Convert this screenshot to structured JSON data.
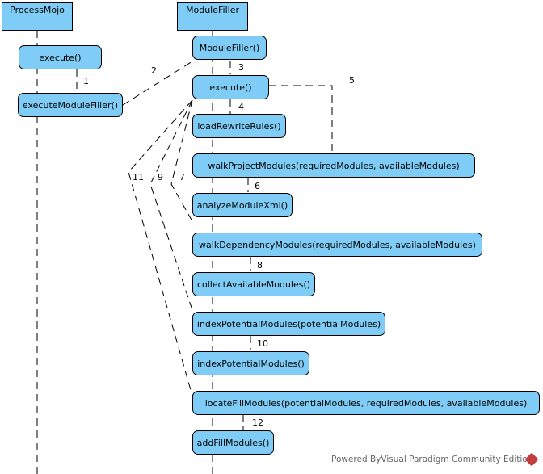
{
  "lifelines": [
    {
      "name": "ProcessMojo"
    },
    {
      "name": "ModuleFiller"
    }
  ],
  "activations": [
    {
      "label": "execute()"
    },
    {
      "label": "executeModuleFiller()"
    },
    {
      "label": "ModuleFiller()"
    },
    {
      "label": "execute()"
    },
    {
      "label": "loadRewriteRules()"
    },
    {
      "label": "walkProjectModules(requiredModules, availableModules)"
    },
    {
      "label": "analyzeModuleXml()"
    },
    {
      "label": "walkDependencyModules(requiredModules, availableModules)"
    },
    {
      "label": "collectAvailableModules()"
    },
    {
      "label": "indexPotentialModules(potentialModules)"
    },
    {
      "label": "indexPotentialModules()"
    },
    {
      "label": "locateFillModules(potentialModules, requiredModules, availableModules)"
    },
    {
      "label": "addFillModules()"
    }
  ],
  "messages": [
    {
      "label": "1"
    },
    {
      "label": "2"
    },
    {
      "label": "3"
    },
    {
      "label": "4"
    },
    {
      "label": "5"
    },
    {
      "label": "6"
    },
    {
      "label": "7"
    },
    {
      "label": "8"
    },
    {
      "label": "9"
    },
    {
      "label": "10"
    },
    {
      "label": "11"
    },
    {
      "label": "12"
    }
  ],
  "footer": {
    "text": "Powered ByVisual Paradigm Community Edition"
  }
}
